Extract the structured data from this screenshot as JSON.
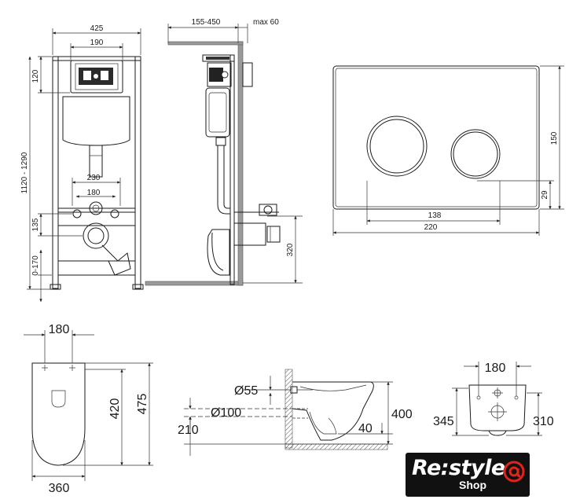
{
  "frame_front": {
    "width_total": "425",
    "panel_width": "190",
    "top_offset": "120",
    "height_range": "1120 - 1290",
    "pipe_spacing": "230",
    "inner_spacing": "180",
    "pipe_height": "135",
    "adjust_range": "0-170"
  },
  "frame_side": {
    "depth_range": "155-450",
    "max_depth": "max 60",
    "outlet_height": "320"
  },
  "flush_plate": {
    "height": "150",
    "offset_bottom": "29",
    "button_span": "138",
    "width": "220"
  },
  "bowl_top": {
    "hole_spacing": "180",
    "length_inner": "420",
    "length_total": "475",
    "width": "360"
  },
  "bowl_side": {
    "inlet_diameter": "Ø55",
    "outlet_diameter": "Ø100",
    "outlet_height": "210",
    "height": "400",
    "depth_offset": "40"
  },
  "bowl_back": {
    "hole_spacing": "180",
    "left_height": "345",
    "right_height": "310"
  },
  "logo": {
    "brand": "Re:style",
    "sub": "Shop",
    "colors": {
      "background": "#111111",
      "accent": "#e2231a"
    }
  }
}
